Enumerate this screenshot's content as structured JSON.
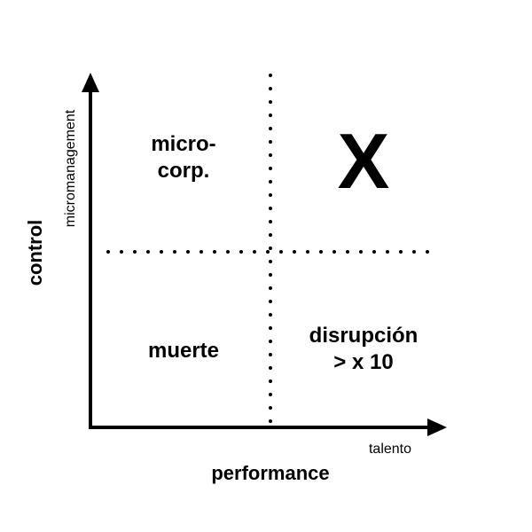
{
  "axes": {
    "y_title": "control",
    "y_subtitle": "micromanagement",
    "x_title": "performance",
    "x_subtitle": "talento"
  },
  "quadrants": {
    "top_left": [
      "micro-",
      "corp."
    ],
    "top_right": "X",
    "bottom_left": "muerte",
    "bottom_right": [
      "disrupción",
      "> x 10"
    ]
  },
  "colors": {
    "ink": "#000000",
    "background": "#ffffff"
  }
}
